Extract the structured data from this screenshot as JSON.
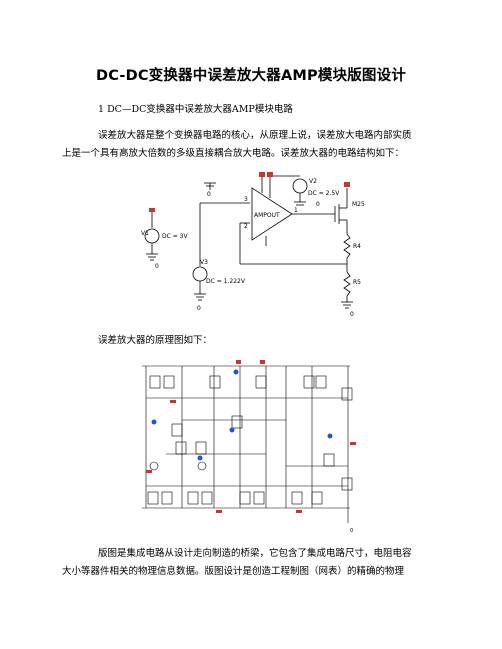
{
  "document": {
    "title": "DC-DC变换器中误差放大器AMP模块版图设计",
    "section_heading": "1  DC—DC变换器中误差放大器AMP模块电路",
    "paragraph1_line1": "误差放大器是整个变换器电路的核心，从原理上说，误差放大电路内部实质",
    "paragraph1_line2": "上是一个具有高放大倍数的多级直接耦合放大电路。误差放大器的电路结构如下：",
    "paragraph2": "误差放大器的原理图如下：",
    "paragraph3_line1": "版图是集成电路从设计走向制造的桥梁，它包含了集成电路尺寸，电阻电容",
    "paragraph3_line2": "大小等器件相关的物理信息数据。版图设计是创造工程制图（网表）的精确的物理"
  },
  "figure1": {
    "v1_name": "V1",
    "v1_value": "DC = 3V",
    "v2_name": "V2",
    "v2_value": "DC = 2.5V",
    "v3_name": "V3",
    "v3_value": "DC = 1.222V",
    "amp_label": "AMPOUT",
    "mos_label": "M25",
    "r4_label": "R4",
    "r5_label": "R5",
    "pin3": "3",
    "pin2": "2",
    "pin1": "1",
    "gnd_a": "0",
    "gnd_b": "0",
    "gnd_c": "0",
    "gnd_d": "0",
    "gnd_e": "0"
  },
  "figure2": {
    "ground_label": "0"
  }
}
